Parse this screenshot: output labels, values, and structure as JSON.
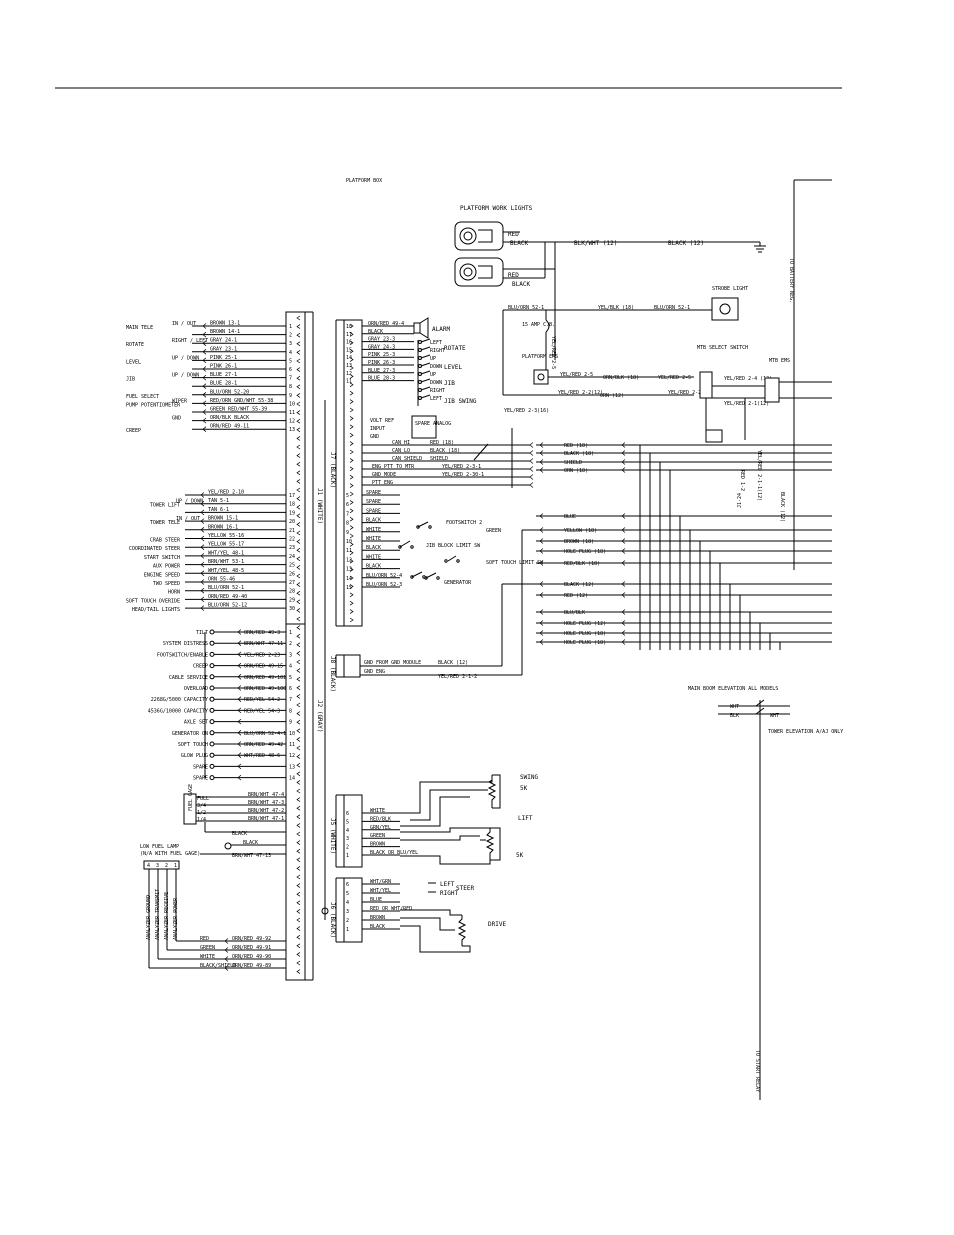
{
  "header": {
    "platform_box_title": "PLATFORM BOX"
  },
  "connectors": {
    "j1": "J1 (WHITE)",
    "j2": "J2 (GRAY)",
    "j7": "J7 (BLACK)",
    "j8": "J8 (BLACK)",
    "j5": "J5 (WHITE)",
    "j6": "J6 (BLACK)"
  },
  "j1_left": [
    {
      "label": "MAIN TELE",
      "sub": "IN / OUT",
      "wire": "BROWN 13-1",
      "pin": "1"
    },
    {
      "label": "",
      "sub": "",
      "wire": "BROWN 14-1",
      "pin": "2"
    },
    {
      "label": "ROTATE",
      "sub": "RIGHT / LEFT",
      "wire": "GRAY 24-1",
      "pin": "3"
    },
    {
      "label": "",
      "sub": "",
      "wire": "GRAY 23-1",
      "pin": "4"
    },
    {
      "label": "LEVEL",
      "sub": "UP / DOWN",
      "wire": "PINK 25-1",
      "pin": "5"
    },
    {
      "label": "",
      "sub": "",
      "wire": "PINK 26-1",
      "pin": "6"
    },
    {
      "label": "JIB",
      "sub": "UP / DOWN",
      "wire": "BLUE 27-1",
      "pin": "7"
    },
    {
      "label": "",
      "sub": "",
      "wire": "BLUE 28-1",
      "pin": "8"
    },
    {
      "label": "FUEL SELECT",
      "sub": "",
      "wire": "BLU/ORN 52-20",
      "pin": "9"
    },
    {
      "label": "PUMP POTENTIOMETER",
      "sub": "WIPER",
      "wire": "RED/ORN GND/WHT 55-38",
      "pin": "10"
    },
    {
      "label": "",
      "sub": "",
      "wire": "GREEN RED/WHT 55-39",
      "pin": "11"
    },
    {
      "label": "",
      "sub": "GND",
      "wire": "ORN/BLK BLACK",
      "pin": "12"
    },
    {
      "label": "CREEP",
      "sub": "",
      "wire": "ORN/RED 49-11",
      "pin": "13"
    }
  ],
  "j1_left_b": [
    {
      "label": "",
      "sub": "",
      "wire": "YEL/RED 2-10",
      "pin": "17"
    },
    {
      "label": "TOWER LIFT",
      "sub": "UP / DOWN",
      "wire": "TAN 5-1",
      "pin": "18"
    },
    {
      "label": "",
      "sub": "",
      "wire": "TAN 6-1",
      "pin": "19"
    },
    {
      "label": "TOWER TELE",
      "sub": "IN / OUT",
      "wire": "BROWN 15-1",
      "pin": "20"
    },
    {
      "label": "",
      "sub": "",
      "wire": "BROWN 16-1",
      "pin": "21"
    },
    {
      "label": "CRAB STEER",
      "sub": "",
      "wire": "YELLOW 55-16",
      "pin": "22"
    },
    {
      "label": "COORDINATED STEER",
      "sub": "",
      "wire": "YELLOW 55-17",
      "pin": "23"
    },
    {
      "label": "START SWITCH",
      "sub": "",
      "wire": "WHT/YEL 48-1",
      "pin": "24"
    },
    {
      "label": "AUX POWER",
      "sub": "",
      "wire": "BRN/WHT 53-1",
      "pin": "25"
    },
    {
      "label": "ENGINE SPEED",
      "sub": "",
      "wire": "WHT/YEL 48-5",
      "pin": "26"
    },
    {
      "label": "TWO SPEED",
      "sub": "",
      "wire": "ORN 55-46",
      "pin": "27"
    },
    {
      "label": "HORN",
      "sub": "",
      "wire": "BLU/ORN 52-1",
      "pin": "28"
    },
    {
      "label": "SOFT TOUCH OVERIDE",
      "sub": "",
      "wire": "ORN/RED 49-40",
      "pin": "29"
    },
    {
      "label": "HEAD/TAIL LIGHTS",
      "sub": "",
      "wire": "BLU/ORN 52-12",
      "pin": "30"
    }
  ],
  "j2_left": [
    {
      "label": "TILT",
      "wire": "ORN/RED 49-3",
      "pin": "1"
    },
    {
      "label": "SYSTEM DISTRESS",
      "wire": "BRN/WHT 47-11",
      "pin": "2"
    },
    {
      "label": "FOOTSWITCH/ENABLE",
      "wire": "YEL/RED 2-23",
      "pin": "3"
    },
    {
      "label": "CREEP",
      "wire": "ORN/RED 49-15",
      "pin": "4"
    },
    {
      "label": "CABLE SERVICE",
      "wire": "ORN/RED 49-101",
      "pin": "5"
    },
    {
      "label": "OVERLOAD",
      "wire": "ORN/RED 49-100",
      "pin": "6"
    },
    {
      "label": "2268G/5000 CAPACITY",
      "wire": "RED/YEL 54-2",
      "pin": "7"
    },
    {
      "label": "4536G/10000 CAPACITY",
      "wire": "RED/YEL 54-3",
      "pin": "8"
    },
    {
      "label": "AXLE SET",
      "wire": "",
      "pin": "9"
    },
    {
      "label": "GENERATOR ON",
      "wire": "BLU/ORN 52-4-1",
      "pin": "10"
    },
    {
      "label": "SOFT TOUCH",
      "wire": "ORN/RED 49-42",
      "pin": "11"
    },
    {
      "label": "GLOW PLUG",
      "wire": "WHT/RED 48-6",
      "pin": "12"
    },
    {
      "label": "SPARE",
      "wire": "",
      "pin": "13"
    },
    {
      "label": "SPARE",
      "wire": "",
      "pin": "14"
    }
  ],
  "fuel_gage": {
    "title": "FUEL GAGE",
    "levels": [
      "FULL",
      "3/4",
      "1/2",
      "1/4"
    ],
    "wires": [
      "BRN/WHT 47-4",
      "BRN/WHT 47-3",
      "BRN/WHT 47-2",
      "BRN/WHT 47-1"
    ],
    "black": "BLACK"
  },
  "low_fuel": {
    "title": "LOW FUEL LAMP",
    "note": "(N/A WITH FUEL GAGE)",
    "wire_black": "BLACK",
    "wire_brn": "BRN/WHT 47-13"
  },
  "analyzer": {
    "pins": [
      "4",
      "3",
      "2",
      "1"
    ],
    "labels": [
      "ANALYZER GROUND",
      "ANALYZER TRANSMIT",
      "ANALYZER RECEIVE",
      "ANALYZER POWER"
    ],
    "wires": [
      {
        "color": "RED",
        "wire": "ORN/RED 49-92"
      },
      {
        "color": "GREEN",
        "wire": "ORN/RED 49-91"
      },
      {
        "color": "WHITE",
        "wire": "ORN/RED 49-90"
      },
      {
        "color": "BLACK/SHIELD",
        "wire": "ORN/RED 49-89"
      }
    ]
  },
  "j7_right": [
    {
      "pin": "18",
      "wire": "ORN/RED 49-4"
    },
    {
      "pin": "17",
      "wire": "BLACK"
    },
    {
      "pin": "16",
      "wire": "GRAY 23-3"
    },
    {
      "pin": "15",
      "wire": "GRAY 24-3"
    },
    {
      "pin": "14",
      "wire": "PINK 25-3"
    },
    {
      "pin": "13",
      "wire": "PINK 26-3"
    },
    {
      "pin": "12",
      "wire": "BLUE 27-3"
    },
    {
      "pin": "11",
      "wire": "BLUE 28-3"
    }
  ],
  "j7_labels": {
    "alarm": "ALARM",
    "rotate": "ROTATE",
    "level": "LEVEL",
    "jib": "JIB",
    "jib_swing": "JIB SWING",
    "spare_analog": "SPARE ANALOG",
    "dirs": [
      "LEFT",
      "RIGHT",
      "UP",
      "DOWN",
      "UP",
      "DOWN",
      "RIGHT",
      "LEFT"
    ],
    "analog_wires": [
      "VOLT REF",
      "INPUT",
      "GND"
    ]
  },
  "j7_can": [
    {
      "label": "CAN HI",
      "wire": "RED (18)"
    },
    {
      "label": "CAN LO",
      "wire": "BLACK (18)"
    },
    {
      "label": "CAN SHIELD",
      "wire": "SHIELD"
    },
    {
      "label": "ENG PTT TO MTR",
      "wire": "YEL/RED 2-3-1"
    },
    {
      "label": "GND MODE",
      "wire": "YEL/RED 2-30-1"
    },
    {
      "label": "PTT ENG",
      "wire": ""
    }
  ],
  "j7_lower": [
    {
      "pin": "5",
      "wire": "SPARE"
    },
    {
      "pin": "6",
      "wire": "SPARE"
    },
    {
      "pin": "7",
      "wire": "SPARE"
    },
    {
      "pin": "8",
      "wire": "BLACK"
    },
    {
      "pin": "9",
      "wire": "WHITE"
    },
    {
      "pin": "10",
      "wire": "WHITE"
    },
    {
      "pin": "11",
      "wire": "BLACK"
    },
    {
      "pin": "12",
      "wire": "WHITE"
    },
    {
      "pin": "13",
      "wire": "BLACK"
    },
    {
      "pin": "14",
      "wire": "BLU/ORN 52-4"
    },
    {
      "pin": "15",
      "wire": "BLU/ORN 52-3"
    }
  ],
  "switches": {
    "footswitch": "FOOTSWITCH 2",
    "jib_block": "JIB BLOCK LIMIT SW",
    "soft_touch": "SOFT TOUCH LIMIT SW",
    "generator": "GENERATOR"
  },
  "platform_lights": {
    "title": "PLATFORM WORK LIGHTS",
    "red": "RED",
    "black": "BLACK",
    "wire1": "BLK/WHT (12)",
    "wire2": "BLACK (12)"
  },
  "strobe": {
    "title": "STROBE LIGHT",
    "w1": "BLU/ORN 52-1",
    "w2": "YEL/BLK (18)",
    "w3": "BLU/ORN 52-1"
  },
  "cb": "15 AMP C.B.",
  "yel_red_vert": "YEL/RED 2-5",
  "platform_ems": "PLATFORM EMS",
  "ems_wires": {
    "a": "YEL/RED 2-5",
    "b": "ORN/BLK (18)",
    "c": "YEL/RED 2-5",
    "d": "YEL/RED 2-2(12)",
    "e": "ORN (12)",
    "f": "YEL/RED 2-2(12)",
    "g": "YEL/RED 2-3(16)"
  },
  "mtb": {
    "select": "MTB SELECT SWITCH",
    "ems": "MTB EMS",
    "w1": "YEL/RED 2-4 (12)",
    "w2": "YEL/RED 2-1(12)"
  },
  "right_bus": [
    "RED (18)",
    "BLACK (18)",
    "SHIELD",
    "ORN (18)",
    "BLUE",
    "YELLOW (18)",
    "BROWN (18)",
    "HOLE PLUG (18)",
    "RED/BLK (18)",
    "BLACK (12)",
    "RED (12)",
    "BLU/BLK",
    "HOLE PLUG (12)",
    "HOLE PLUG (18)",
    "HOLE PLUG (18)"
  ],
  "green_wire": "GREEN",
  "vertical_labels": {
    "battery": "TO BATTERY NEG.",
    "start_relay": "TO START RELAY",
    "j1_24": "J1-24",
    "red_12": "RED 1-2",
    "yelred": "YEL/RED 2-1-1(12)",
    "black12": "BLACK (12)"
  },
  "j8": [
    {
      "label": "GND FROM GND MODULE",
      "wire": "BLACK (12)"
    },
    {
      "label": "GND ENG",
      "wire": "YEL/RED 2-1-2"
    }
  ],
  "main_boom": {
    "title": "MAIN BOOM ELEVATION ALL MODELS",
    "wht": "WHT",
    "blk": "BLK",
    "tower": "TOWER ELEVATION A/AJ ONLY"
  },
  "j5": {
    "swing": "SWING",
    "swing_sub": "5K",
    "lift": "LIFT",
    "lift_sub": "5K",
    "wires": [
      "WHITE",
      "RED/BLK",
      "GRN/YEL",
      "GREEN",
      "BROWN",
      "BLACK OR BLU/YEL"
    ]
  },
  "j6": {
    "steer": "STEER",
    "left": "LEFT",
    "right": "RIGHT",
    "drive": "DRIVE",
    "wires": [
      "WHT/GRN",
      "WHT/YEL",
      "BLUE",
      "RED OR WHT/RED",
      "BROWN",
      "BLACK"
    ]
  }
}
